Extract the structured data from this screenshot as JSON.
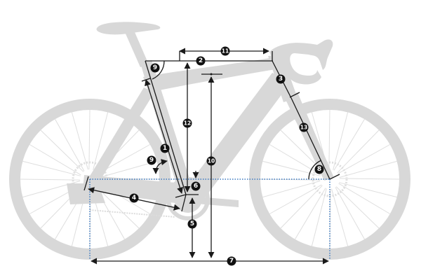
{
  "diagram": {
    "title": "Bike frame geometry",
    "colors": {
      "bike_silhouette": "#d8d8d8",
      "dimension_line": "#1a1a1a",
      "reference_line": "#3a78c0",
      "badge_fill": "#111111",
      "badge_text": "#ffffff"
    },
    "measurements": [
      {
        "id": "1",
        "label": "1",
        "meaning": "seat-tube-length"
      },
      {
        "id": "2",
        "label": "2",
        "meaning": "top-tube-length"
      },
      {
        "id": "3",
        "label": "3",
        "meaning": "head-tube-length"
      },
      {
        "id": "4",
        "label": "4",
        "meaning": "chainstay-length"
      },
      {
        "id": "5",
        "label": "5",
        "meaning": "bottom-bracket-height"
      },
      {
        "id": "6",
        "label": "6",
        "meaning": "bottom-bracket-drop"
      },
      {
        "id": "7",
        "label": "7",
        "meaning": "wheelbase"
      },
      {
        "id": "8",
        "label": "8",
        "meaning": "head-tube-angle"
      },
      {
        "id": "9a",
        "label": "9",
        "meaning": "seat-tube-angle"
      },
      {
        "id": "9b",
        "label": "9",
        "meaning": "seat-tube-angle-arrow"
      },
      {
        "id": "10",
        "label": "10",
        "meaning": "standover-height"
      },
      {
        "id": "11",
        "label": "11",
        "meaning": "reach"
      },
      {
        "id": "12",
        "label": "12",
        "meaning": "stack"
      },
      {
        "id": "13",
        "label": "13",
        "meaning": "fork-length"
      }
    ]
  }
}
